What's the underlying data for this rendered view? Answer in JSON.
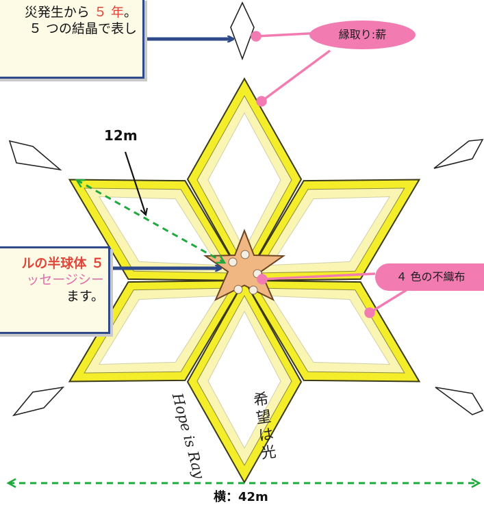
{
  "top_box": {
    "line1_pre": "災発生から ",
    "line1_highlight": "５ 年",
    "line1_post": "。",
    "line2": "５ つの結晶で表し"
  },
  "mid_box": {
    "line1": "ルの半球体 ５",
    "line2": "ッセージシー",
    "line3": "ます。"
  },
  "callouts": {
    "rim": "縁取り:薪",
    "fabric": "４ 色の不織布"
  },
  "dimensions": {
    "arm_length": "12m",
    "width": "横：42m"
  },
  "motto": {
    "japanese": "希望は光",
    "english": "Hope is Ray"
  },
  "colors": {
    "box_border": "#2f4a8a",
    "box_fill": "#fdfbe6",
    "highlight_red": "#e0453a",
    "callout_pink": "#f27cb2",
    "petal_yellow": "#f4ee2a",
    "petal_inner": "#fbf5b4",
    "dimension_green": "#1fa83c",
    "center_star": "#f0b782"
  }
}
